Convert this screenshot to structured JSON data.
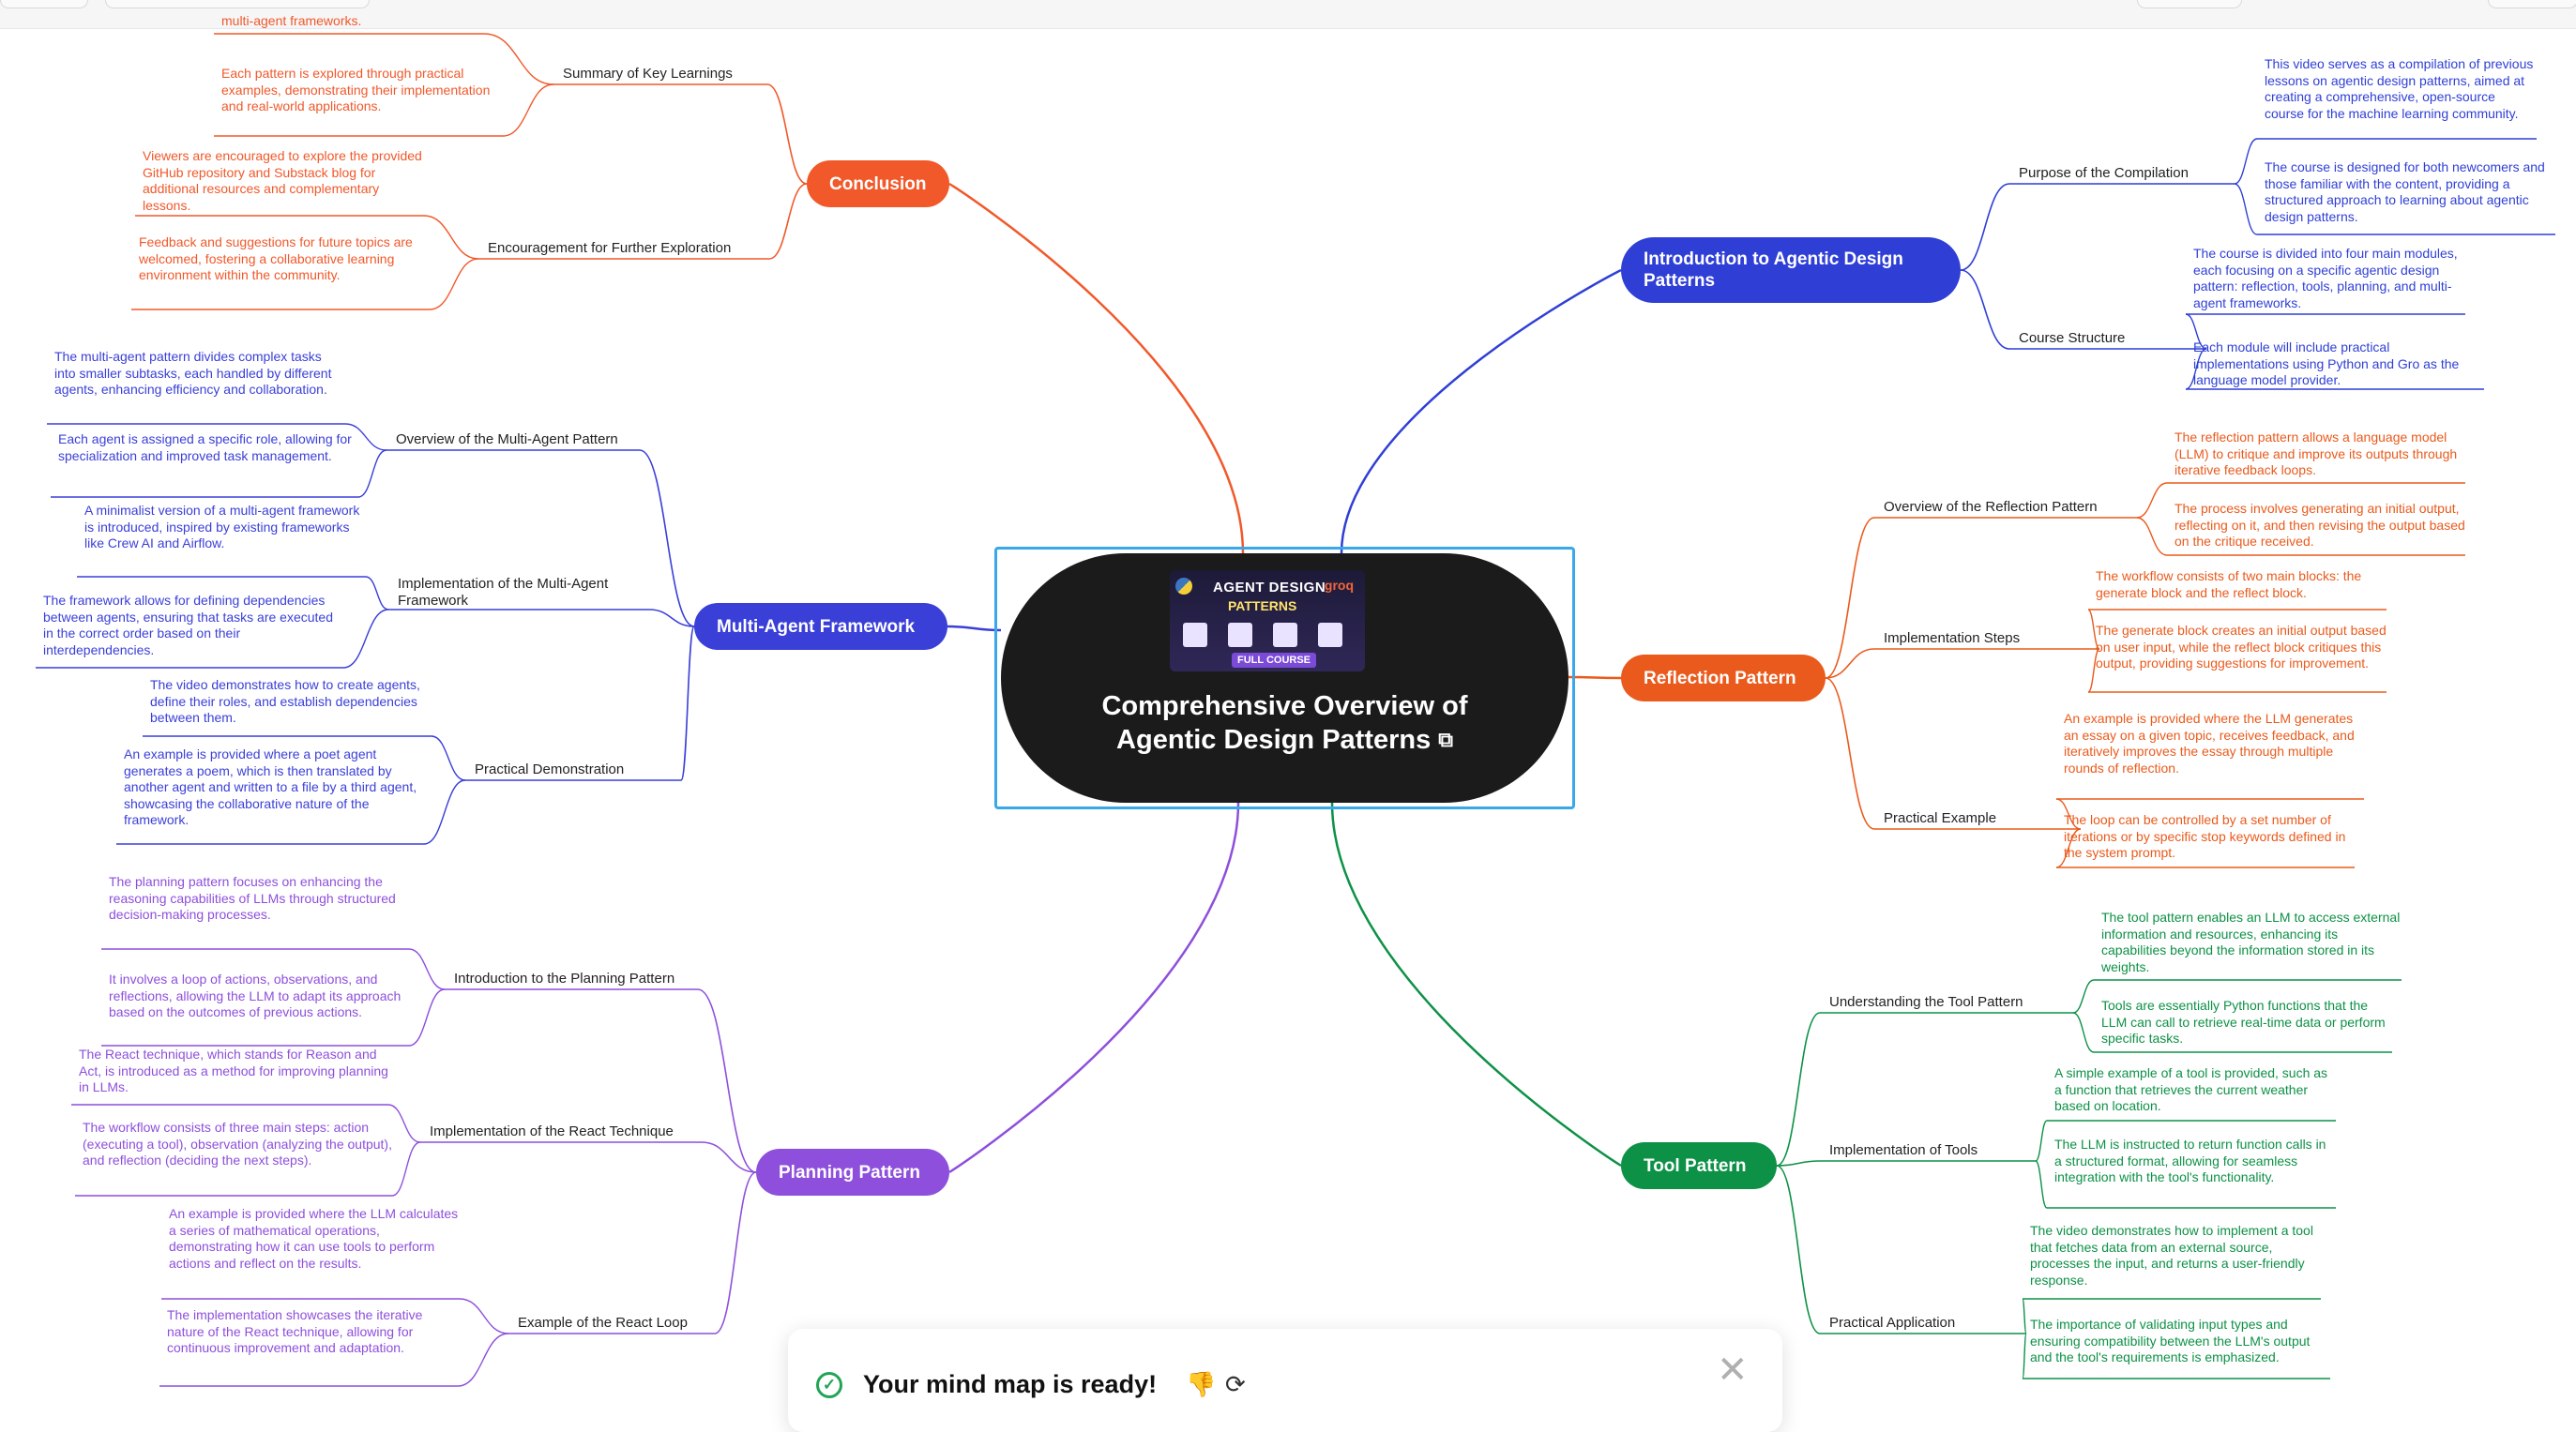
{
  "root": {
    "title": "Comprehensive Overview of Agentic Design Patterns",
    "external_link_icon": "external-link-icon",
    "thumbnail": {
      "line1": "AGENT DESIGN",
      "line2": "PATTERNS",
      "badge": "FULL COURSE",
      "brand": "groq"
    }
  },
  "branches": [
    {
      "id": "conclusion",
      "label": "Conclusion",
      "color": "#f1582a",
      "subs": [
        {
          "label": "Summary of Key Learnings",
          "leaves": [
            "multi-agent frameworks.",
            "Each pattern is explored through practical examples, demonstrating their implementation and real-world applications."
          ]
        },
        {
          "label": "Encouragement for Further Exploration",
          "leaves": [
            "Viewers are encouraged to explore the provided GitHub repository and Substack blog for additional resources and complementary lessons.",
            "Feedback and suggestions for future topics are welcomed, fostering a collaborative learning environment within the community."
          ]
        }
      ]
    },
    {
      "id": "multi-agent",
      "label": "Multi-Agent Framework",
      "color": "#3a3fd8",
      "subs": [
        {
          "label": "Overview of the Multi-Agent Pattern",
          "leaves": [
            "The multi-agent pattern divides complex tasks into smaller subtasks, each handled by different agents, enhancing efficiency and collaboration.",
            "Each agent is assigned a specific role, allowing for specialization and improved task management."
          ]
        },
        {
          "label": "Implementation of the Multi-Agent Framework",
          "leaves": [
            "A minimalist version of a multi-agent framework is introduced, inspired by existing frameworks like Crew AI and Airflow.",
            "The framework allows for defining dependencies between agents, ensuring that tasks are executed in the correct order based on their interdependencies."
          ]
        },
        {
          "label": "Practical Demonstration",
          "leaves": [
            "The video demonstrates how to create agents, define their roles, and establish dependencies between them.",
            "An example is provided where a poet agent generates a poem, which is then translated by another agent and written to a file by a third agent, showcasing the collaborative nature of the framework."
          ]
        }
      ]
    },
    {
      "id": "planning",
      "label": "Planning Pattern",
      "color": "#8e4fdc",
      "subs": [
        {
          "label": "Introduction to the Planning Pattern",
          "leaves": [
            "The planning pattern focuses on enhancing the reasoning capabilities of LLMs through structured decision-making processes.",
            "It involves a loop of actions, observations, and reflections, allowing the LLM to adapt its approach based on the outcomes of previous actions."
          ]
        },
        {
          "label": "Implementation of the React Technique",
          "leaves": [
            "The React technique, which stands for Reason and Act, is introduced as a method for improving planning in LLMs.",
            "The workflow consists of three main steps: action (executing a tool), observation (analyzing the output), and reflection (deciding the next steps)."
          ]
        },
        {
          "label": "Example of the React Loop",
          "leaves": [
            "An example is provided where the LLM calculates a series of mathematical operations, demonstrating how it can use tools to perform actions and reflect on the results.",
            "The implementation showcases the iterative nature of the React technique, allowing for continuous improvement and adaptation."
          ]
        }
      ]
    },
    {
      "id": "intro",
      "label": "Introduction to Agentic Design Patterns",
      "color": "#2f3fd6",
      "subs": [
        {
          "label": "Purpose of the Compilation",
          "leaves": [
            "This video serves as a compilation of previous lessons on agentic design patterns, aimed at creating a comprehensive, open-source course for the machine learning community.",
            "The course is designed for both newcomers and those familiar with the content, providing a structured approach to learning about agentic design patterns."
          ]
        },
        {
          "label": "Course Structure",
          "leaves": [
            "The course is divided into four main modules, each focusing on a specific agentic design pattern: reflection, tools, planning, and multi-agent frameworks.",
            "Each module will include practical implementations using Python and Gro as the language model provider."
          ]
        }
      ]
    },
    {
      "id": "reflection",
      "label": "Reflection Pattern",
      "color": "#ea5a1c",
      "subs": [
        {
          "label": "Overview of the Reflection Pattern",
          "leaves": [
            "The reflection pattern allows a language model (LLM) to critique and improve its outputs through iterative feedback loops.",
            "The process involves generating an initial output, reflecting on it, and then revising the output based on the critique received."
          ]
        },
        {
          "label": "Implementation Steps",
          "leaves": [
            "The workflow consists of two main blocks: the generate block and the reflect block.",
            "The generate block creates an initial output based on user input, while the reflect block critiques this output, providing suggestions for improvement."
          ]
        },
        {
          "label": "Practical Example",
          "leaves": [
            "An example is provided where the LLM generates an essay on a given topic, receives feedback, and iteratively improves the essay through multiple rounds of reflection.",
            "The loop can be controlled by a set number of iterations or by specific stop keywords defined in the system prompt."
          ]
        }
      ]
    },
    {
      "id": "tool",
      "label": "Tool Pattern",
      "color": "#0d9146",
      "subs": [
        {
          "label": "Understanding the Tool Pattern",
          "leaves": [
            "The tool pattern enables an LLM to access external information and resources, enhancing its capabilities beyond the information stored in its weights.",
            "Tools are essentially Python functions that the LLM can call to retrieve real-time data or perform specific tasks."
          ]
        },
        {
          "label": "Implementation of Tools",
          "leaves": [
            "A simple example of a tool is provided, such as a function that retrieves the current weather based on location.",
            "The LLM is instructed to return function calls in a structured format, allowing for seamless integration with the tool's functionality."
          ]
        },
        {
          "label": "Practical Application",
          "leaves": [
            "The video demonstrates how to implement a tool that fetches data from an external source, processes the input, and returns a user-friendly response.",
            "The importance of validating input types and ensuring compatibility between the LLM's output and the tool's requirements is emphasized."
          ]
        }
      ]
    }
  ],
  "toast": {
    "message": "Your mind map is ready!",
    "thumbs_down_icon": "thumbs-down-icon",
    "refresh_icon": "refresh-icon",
    "close_icon": "close-icon"
  }
}
